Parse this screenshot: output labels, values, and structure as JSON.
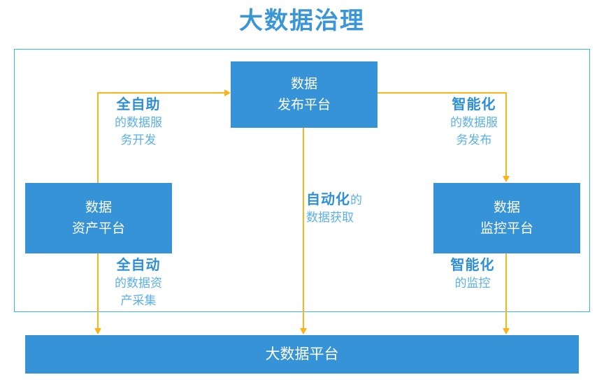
{
  "title": "大数据治理",
  "colors": {
    "title_blue": "#3A96D8",
    "box_blue": "#3693D8",
    "frame_blue": "#38B6F0",
    "arrow_orange": "#FBB315",
    "label_blue": "#4FA9E5",
    "label_strong_blue": "#2E8FD6"
  },
  "boxes": {
    "top": "数据\n发布平台",
    "left": "数据\n资产平台",
    "right": "数据\n监控平台",
    "bottom": "大数据平台"
  },
  "labels": {
    "topleft": {
      "strong": "全自助",
      "plain": "的数据服\n务开发"
    },
    "topright": {
      "strong": "智能化",
      "plain": "的数据服\n务发布"
    },
    "center": {
      "strong": "自动化",
      "plain": "的",
      "plain2": "数据获取"
    },
    "botleft": {
      "strong": "全自动",
      "plain": "的数据资\n产采集"
    },
    "botright": {
      "strong": "智能化",
      "plain": "的监控"
    }
  },
  "flows": [
    {
      "name": "data-asset-to-publish",
      "label": "全自助的数据服务开发",
      "from": "数据资产平台",
      "to": "数据发布平台"
    },
    {
      "name": "publish-to-monitor",
      "label": "智能化的数据服务发布",
      "from": "数据发布平台",
      "to": "数据监控平台"
    },
    {
      "name": "bigdata-to-publish",
      "label": "自动化的数据获取",
      "from": "大数据平台",
      "to": "数据发布平台"
    },
    {
      "name": "bigdata-to-asset",
      "label": "全自动的数据资产采集",
      "from": "大数据平台",
      "to": "数据资产平台"
    },
    {
      "name": "monitor-to-bigdata",
      "label": "智能化的监控",
      "from": "数据监控平台",
      "to": "大数据平台"
    }
  ]
}
